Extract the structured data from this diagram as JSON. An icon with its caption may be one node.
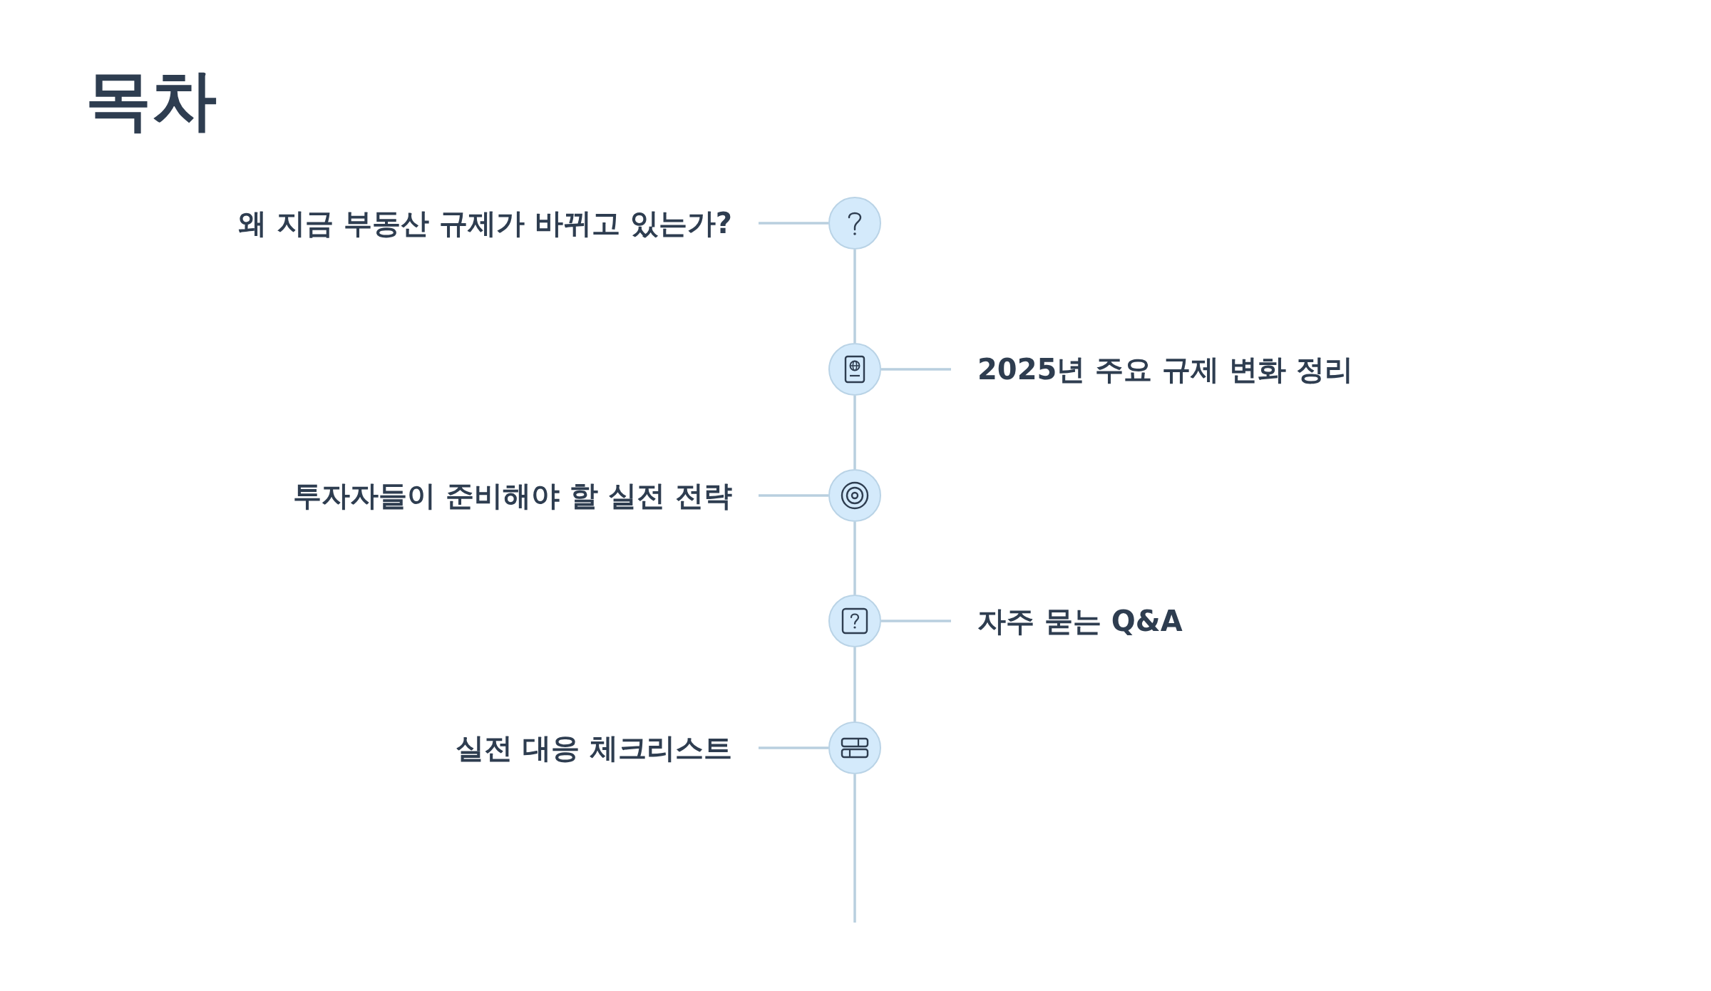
{
  "diagram": {
    "title": "목차",
    "nodes": [
      {
        "text": [
          "왜 지금 부동산 규제가 바뀌고 있는가?"
        ]
      },
      {
        "text": [],
        "shape": "circle"
      },
      {
        "text": [],
        "shape": "circle"
      },
      {
        "text": [
          "2025년 주요 규제 변화 정리"
        ]
      },
      {
        "text": [
          "투자자들이 준비해야 할 실전 전략"
        ]
      },
      {
        "text": [],
        "shape": "circle"
      },
      {
        "text": [],
        "shape": "circle"
      },
      {
        "text": [
          "자주 묻는 Q&A"
        ]
      },
      {
        "text": [
          "실전 대응 체크리스트"
        ]
      },
      {
        "text": [],
        "shape": "circle"
      }
    ],
    "edges": [
      {
        "from": 0,
        "to": 1,
        "arrow": "none"
      },
      {
        "from": 1,
        "to": 2,
        "arrow": "none"
      },
      {
        "from": 2,
        "to": 3,
        "arrow": "none"
      },
      {
        "from": 4,
        "to": 5,
        "arrow": "none"
      },
      {
        "from": 2,
        "to": 5,
        "arrow": "none"
      },
      {
        "from": 5,
        "to": 6,
        "arrow": "none"
      },
      {
        "from": 6,
        "to": 7,
        "arrow": "none"
      },
      {
        "from": 8,
        "to": 9,
        "arrow": "none"
      },
      {
        "from": 6,
        "to": 9,
        "arrow": "none"
      },
      {
        "from": 9,
        "to": null,
        "arrow": "none"
      }
    ]
  }
}
